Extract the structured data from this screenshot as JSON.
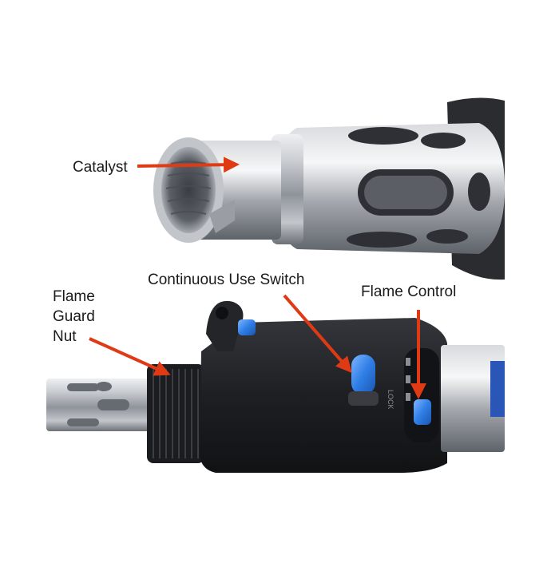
{
  "labels": {
    "catalyst": "Catalyst",
    "continuous_use_switch": "Continuous Use Switch",
    "flame_control": "Flame Control",
    "flame_guard_nut": [
      "Flame",
      "Guard",
      "Nut"
    ]
  },
  "colors": {
    "arrow": "#e03a14",
    "steel": "#b9bcc1",
    "handle": "#1d1e22",
    "blue_knob": "#2f7ee6"
  },
  "objects": [
    "catalyst-tip",
    "soldering-iron-body",
    "flame-guard-nut",
    "continuous-use-switch",
    "flame-control-slider"
  ]
}
